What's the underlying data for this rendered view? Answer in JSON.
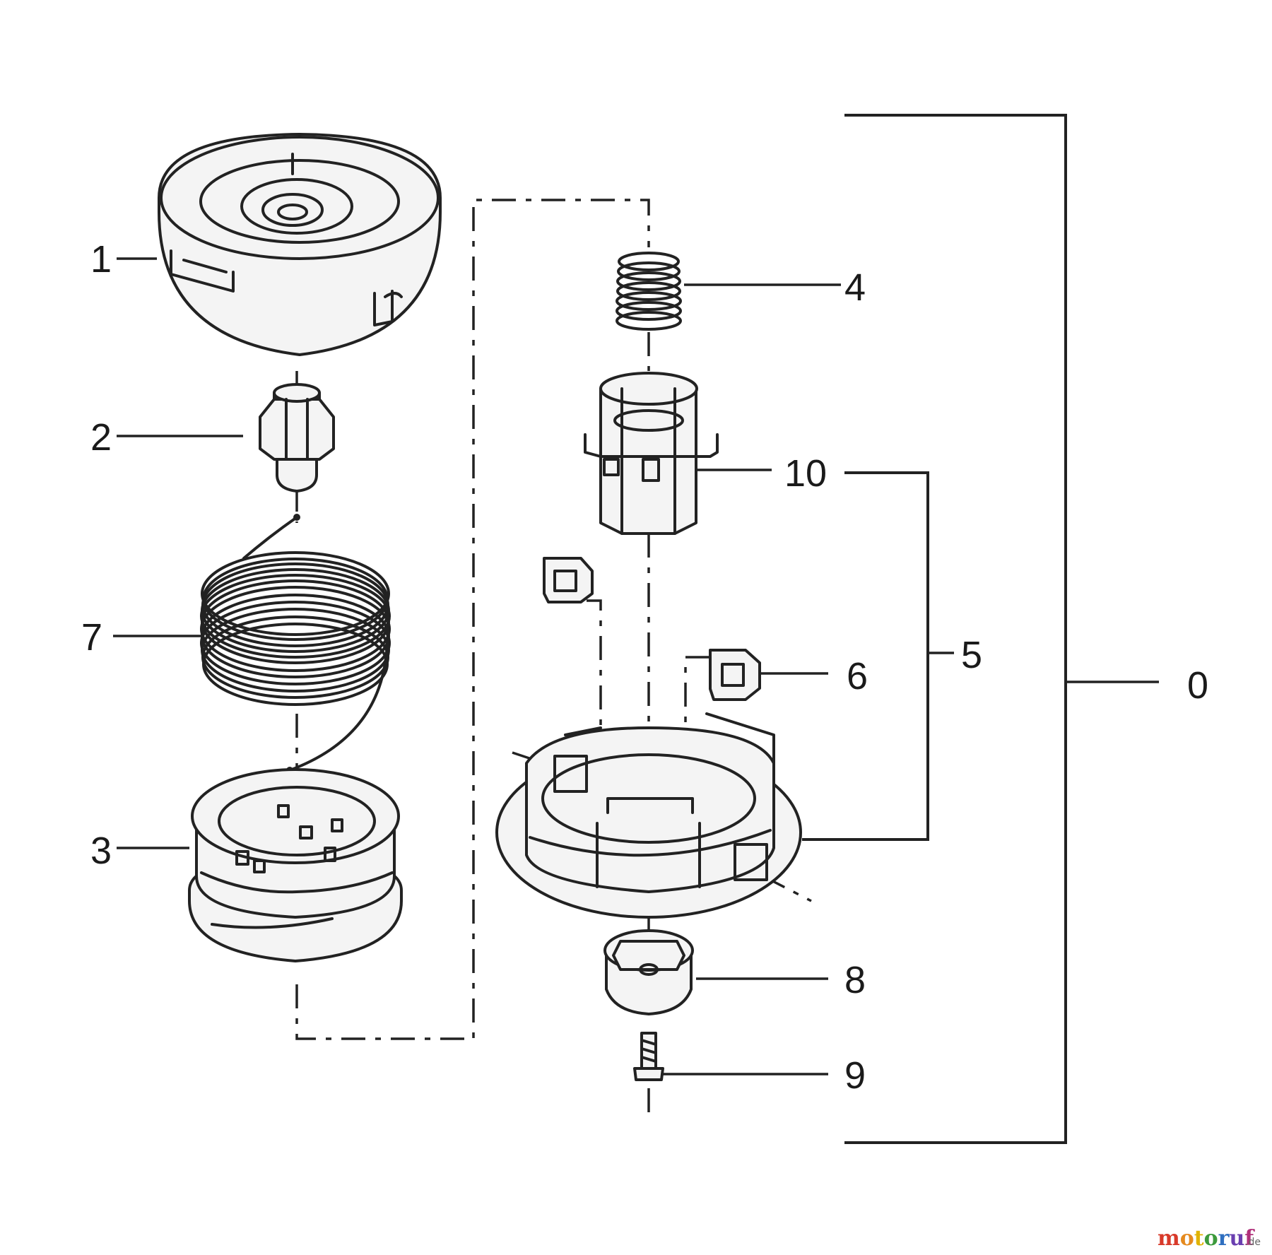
{
  "callouts": {
    "c0": "0",
    "c1": "1",
    "c2": "2",
    "c3": "3",
    "c4": "4",
    "c5": "5",
    "c6": "6",
    "c7": "7",
    "c8": "8",
    "c9": "9",
    "c10": "10"
  },
  "watermark": {
    "letters": [
      "m",
      "o",
      "t",
      "o",
      "r",
      "u",
      "f"
    ],
    "colors": [
      "#d83a2a",
      "#e58a1f",
      "#e0b300",
      "#3c9a3c",
      "#2f6fc0",
      "#6a3fb0",
      "#b0307a"
    ],
    "suffix": ".de"
  },
  "parts": [
    {
      "id": "1",
      "icon": "spool-cover-icon"
    },
    {
      "id": "2",
      "icon": "bolt-adapter-icon"
    },
    {
      "id": "3",
      "icon": "spool-icon"
    },
    {
      "id": "4",
      "icon": "spring-icon"
    },
    {
      "id": "5",
      "icon": "housing-assembly-icon"
    },
    {
      "id": "6",
      "icon": "eyelet-icon"
    },
    {
      "id": "7",
      "icon": "trimmer-line-icon"
    },
    {
      "id": "8",
      "icon": "nut-icon"
    },
    {
      "id": "9",
      "icon": "screw-icon"
    },
    {
      "id": "10",
      "icon": "bump-knob-icon"
    }
  ]
}
